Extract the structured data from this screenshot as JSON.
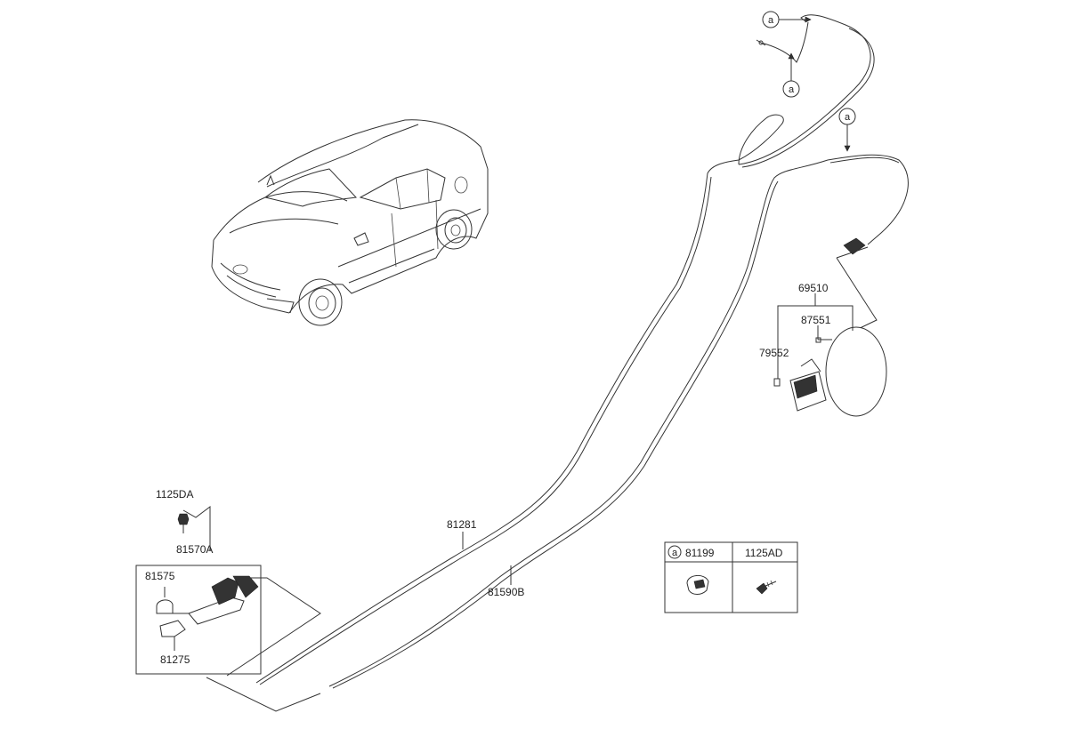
{
  "callout_letter": "a",
  "labels": {
    "p1125DA": "1125DA",
    "p81570A": "81570A",
    "p81575": "81575",
    "p81275": "81275",
    "p81281": "81281",
    "p81590B": "81590B",
    "p69510": "69510",
    "p87551": "87551",
    "p79552": "79552"
  },
  "table": {
    "headers": [
      "81199",
      "1125AD"
    ],
    "header_callout": "a"
  },
  "colors": {
    "line": "#333333",
    "background": "#ffffff"
  }
}
